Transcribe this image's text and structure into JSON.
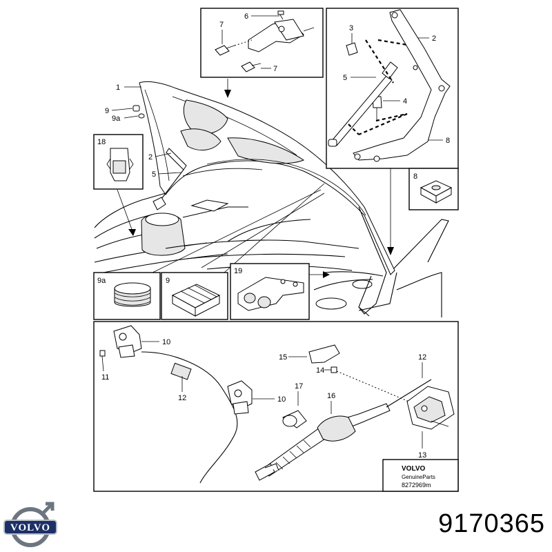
{
  "brand": {
    "logo_text": "VOLVO",
    "footer_brand": "VOLVO",
    "footer_sub": "GenuineParts",
    "footer_code": "8272969m"
  },
  "part_number": "9170365",
  "callouts": {
    "c1": "1",
    "c2_hood": "2",
    "c2_top": "2",
    "c3": "3",
    "c4": "4",
    "c5_hood": "5",
    "c5_top": "5",
    "c6": "6",
    "c7_a": "7",
    "c7_b": "7",
    "c8_a": "8",
    "c8_b": "8",
    "c9_hood": "9",
    "c9a_hood": "9a",
    "c9_box": "9",
    "c9a_box": "9a",
    "c10_a": "10",
    "c10_b": "10",
    "c11": "11",
    "c12_a": "12",
    "c12_b": "12",
    "c13": "13",
    "c14": "14",
    "c15": "15",
    "c16": "16",
    "c17": "17",
    "c18": "18",
    "c19": "19"
  }
}
